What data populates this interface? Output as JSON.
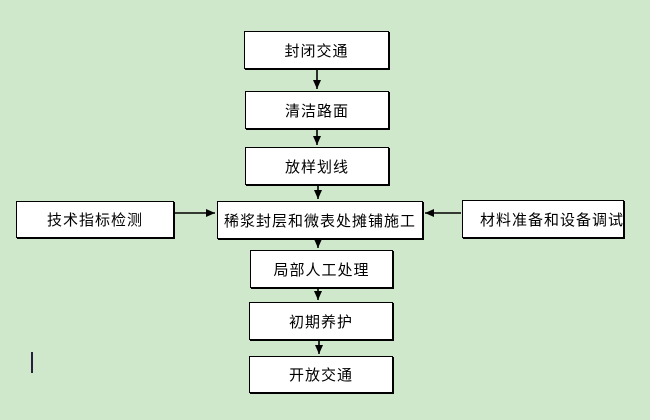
{
  "colors": {
    "background": "#cfe7cb",
    "node_fill": "#ffffff",
    "node_border": "#000000",
    "arrow": "#000000",
    "text": "#000000",
    "cursor": "#27203a"
  },
  "flowchart": {
    "nodes": [
      {
        "id": "close-traffic",
        "label": "封闭交通"
      },
      {
        "id": "clean-road-surface",
        "label": "清洁路面"
      },
      {
        "id": "stakeout-marking",
        "label": "放样划线"
      },
      {
        "id": "tech-index-inspection",
        "label": "技术指标检测"
      },
      {
        "id": "slurry-seal-paving",
        "label": "稀浆封层和微表处摊铺施工"
      },
      {
        "id": "material-equipment-prep",
        "label": "材料准备和设备调试"
      },
      {
        "id": "local-manual-treatment",
        "label": "局部人工处理"
      },
      {
        "id": "initial-curing",
        "label": "初期养护"
      },
      {
        "id": "open-traffic",
        "label": "开放交通"
      }
    ],
    "edges": [
      {
        "from": "close-traffic",
        "to": "clean-road-surface"
      },
      {
        "from": "clean-road-surface",
        "to": "stakeout-marking"
      },
      {
        "from": "stakeout-marking",
        "to": "slurry-seal-paving"
      },
      {
        "from": "tech-index-inspection",
        "to": "slurry-seal-paving"
      },
      {
        "from": "material-equipment-prep",
        "to": "slurry-seal-paving"
      },
      {
        "from": "slurry-seal-paving",
        "to": "local-manual-treatment"
      },
      {
        "from": "local-manual-treatment",
        "to": "initial-curing"
      },
      {
        "from": "initial-curing",
        "to": "open-traffic"
      }
    ]
  },
  "cursor": {
    "visible": true
  }
}
